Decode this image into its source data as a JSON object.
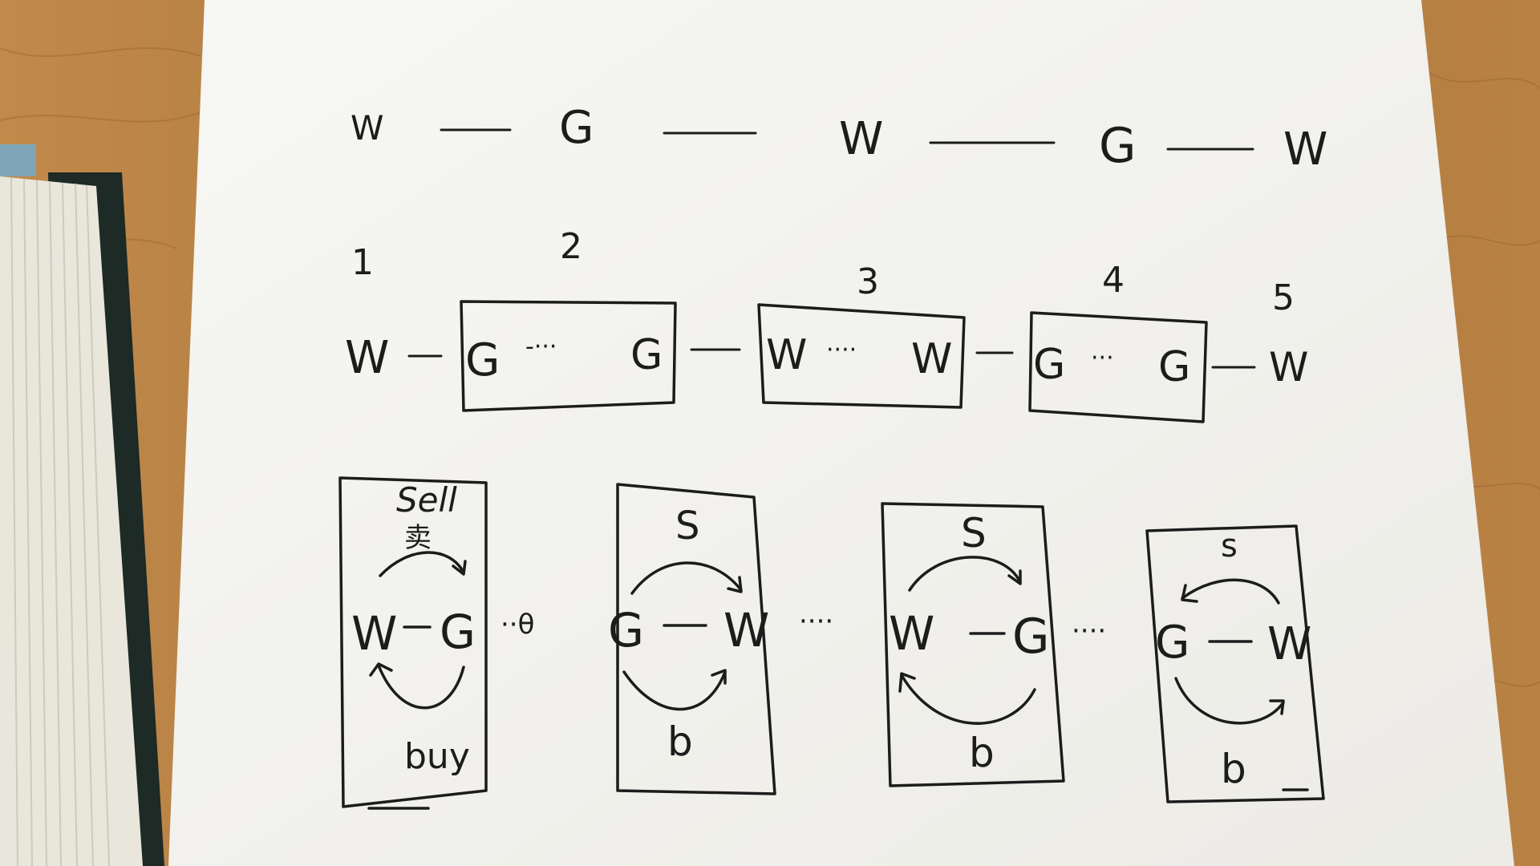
{
  "scene": {
    "description_colors": {
      "desk": "#b07a3e",
      "paper": "#f4f3ef",
      "ink": "#1c1c1c",
      "book_cover": "#1d2a26",
      "book_pages": "#e9e6dc"
    }
  },
  "row1": {
    "nodes": [
      "W",
      "G",
      "W",
      "G",
      "W"
    ]
  },
  "row2": {
    "numbers": [
      "1",
      "2",
      "3",
      "4",
      "5"
    ],
    "nodes": [
      "W",
      "G",
      "G",
      "W",
      "W",
      "G",
      "G",
      "W"
    ],
    "dots": [
      "-···",
      "····",
      "···"
    ]
  },
  "row3": {
    "box1": {
      "top": "Sell",
      "top_scratched": "卖",
      "left": "W",
      "right": "G",
      "bottom": "buy"
    },
    "box2": {
      "top": "S",
      "left": "G",
      "right": "W",
      "bottom": "b"
    },
    "box3": {
      "top": "S",
      "left": "W",
      "right": "G",
      "bottom": "b"
    },
    "box4": {
      "top": "s",
      "left": "G",
      "right": "W",
      "bottom": "b"
    },
    "between": [
      "··θ",
      "····",
      "····"
    ]
  }
}
